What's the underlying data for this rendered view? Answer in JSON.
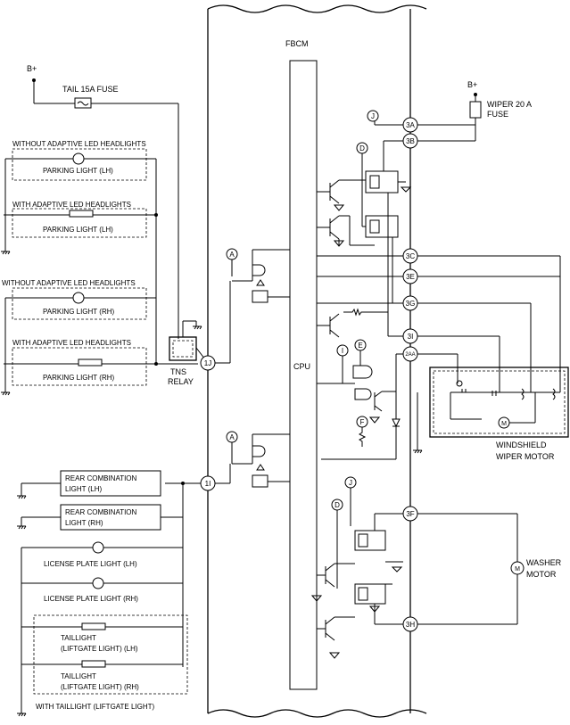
{
  "labels": {
    "fbcm": "FBCM",
    "cpu": "CPU",
    "bplus_left": "B+",
    "bplus_right": "B+",
    "tail_fuse": "TAIL 15A FUSE",
    "wiper_fuse_1": "WIPER 20 A",
    "wiper_fuse_2": "FUSE",
    "without_led_lh": "WITHOUT ADAPTIVE LED HEADLIGHTS",
    "parking_lh_1": "PARKING LIGHT (LH)",
    "with_led_lh": "WITH ADAPTIVE LED HEADLIGHTS",
    "parking_lh_2": "PARKING LIGHT (LH)",
    "without_led_rh": "WITHOUT ADAPTIVE LED HEADLIGHTS",
    "parking_rh_1": "PARKING LIGHT (RH)",
    "with_led_rh": "WITH ADAPTIVE LED HEADLIGHTS",
    "parking_rh_2": "PARKING LIGHT (RH)",
    "tns_1": "TNS",
    "tns_2": "RELAY",
    "rear_comb_lh_1": "REAR COMBINATION",
    "rear_comb_lh_2": "LIGHT (LH)",
    "rear_comb_rh_1": "REAR COMBINATION",
    "rear_comb_rh_2": "LIGHT (RH)",
    "license_lh": "LICENSE PLATE LIGHT (LH)",
    "license_rh": "LICENSE PLATE LIGHT (RH)",
    "taillight_lh_1": "TAILLIGHT",
    "taillight_lh_2": "(LIFTGATE LIGHT) (LH)",
    "taillight_rh_1": "TAILLIGHT",
    "taillight_rh_2": "(LIFTGATE LIGHT) (RH)",
    "with_taillight": "WITH TAILLIGHT (LIFTGATE LIGHT)",
    "wiper_motor_1": "WINDSHIELD",
    "wiper_motor_2": "WIPER MOTOR",
    "washer_1": "WASHER",
    "washer_2": "MOTOR"
  },
  "terminals": {
    "t1j": "1J",
    "t1i": "1I",
    "t3a": "3A",
    "t3b": "3B",
    "t3c": "3C",
    "t3e": "3E",
    "t3g": "3G",
    "t3i": "3I",
    "t2aa": "2AA",
    "t3f": "3F",
    "t3h": "3H"
  },
  "markers": {
    "a1": "A",
    "a2": "A",
    "d1": "D",
    "d2": "D",
    "e": "E",
    "f": "F",
    "i": "I",
    "j1": "J",
    "j2": "J"
  }
}
